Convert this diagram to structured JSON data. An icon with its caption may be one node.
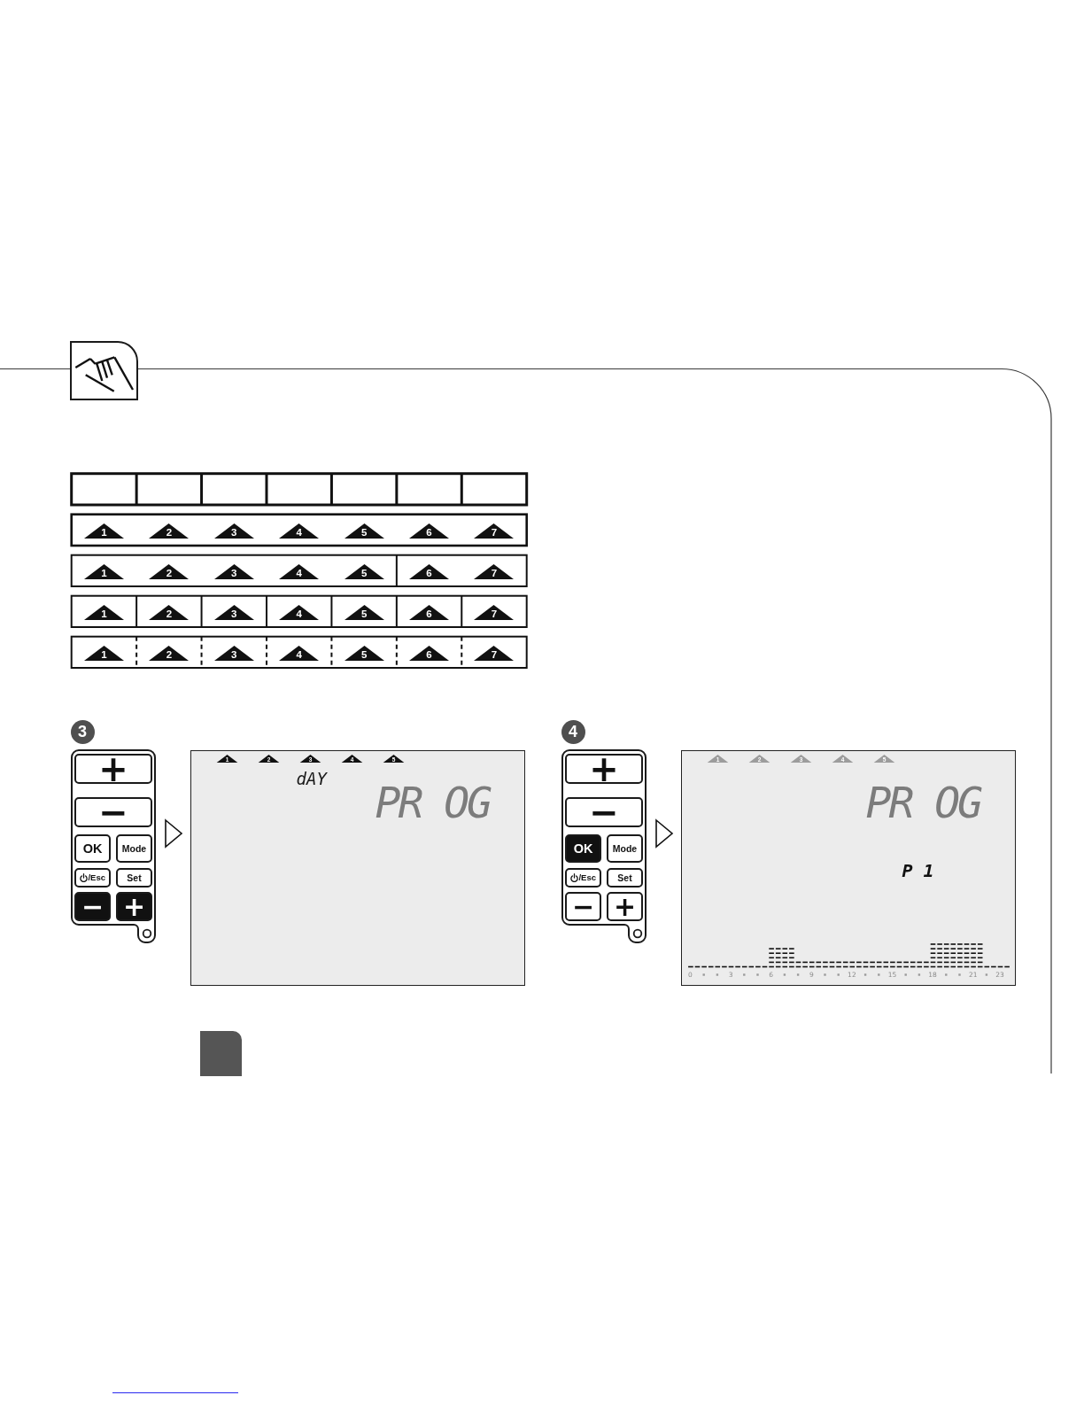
{
  "diagram": {
    "nodes": [
      {
        "text": [
          "3"
        ]
      },
      {
        "text": [],
        "shape": "box"
      },
      {
        "text": [
          "+"
        ],
        "in": 1
      },
      {
        "text": [
          "−"
        ],
        "in": 1
      },
      {
        "text": [
          "OK"
        ],
        "in": 1
      },
      {
        "text": [
          "Mode"
        ],
        "in": 1
      },
      {
        "text": [
          "/Esc"
        ],
        "in": 1
      },
      {
        "text": [
          "Set"
        ],
        "in": 1
      },
      {
        "text": [
          "−"
        ],
        "in": 1
      },
      {
        "text": [
          "+"
        ],
        "in": 1
      },
      {
        "text": [
          "1",
          "2",
          "3",
          "4",
          "5",
          "dAY",
          "PR OG"
        ]
      },
      {
        "text": [
          "4"
        ]
      },
      {
        "text": [],
        "shape": "box"
      },
      {
        "text": [
          "+"
        ],
        "in": 12
      },
      {
        "text": [
          "−"
        ],
        "in": 12
      },
      {
        "text": [
          "OK"
        ],
        "in": 12
      },
      {
        "text": [
          "Mode"
        ],
        "in": 12
      },
      {
        "text": [
          "/Esc"
        ],
        "in": 12
      },
      {
        "text": [
          "Set"
        ],
        "in": 12
      },
      {
        "text": [
          "−"
        ],
        "in": 12
      },
      {
        "text": [
          "+"
        ],
        "in": 12
      },
      {
        "text": [
          "1",
          "2",
          "3",
          "4",
          "5",
          "PR OG",
          "P 1",
          "0",
          "3",
          "6",
          "9",
          "12",
          "15",
          "18",
          "21",
          "23"
        ]
      }
    ],
    "edges": [
      {
        "from": 1,
        "to": 10,
        "arrow": "to"
      },
      {
        "from": 12,
        "to": 21,
        "arrow": "to"
      }
    ],
    "labels": [
      "1",
      "2",
      "3",
      "4",
      "5",
      "6",
      "7",
      "1",
      "2",
      "3",
      "4",
      "5",
      "6",
      "7",
      "1",
      "2",
      "3",
      "4",
      "5",
      "6",
      "7",
      "1",
      "2",
      "3",
      "4",
      "5",
      "6",
      "7"
    ]
  }
}
